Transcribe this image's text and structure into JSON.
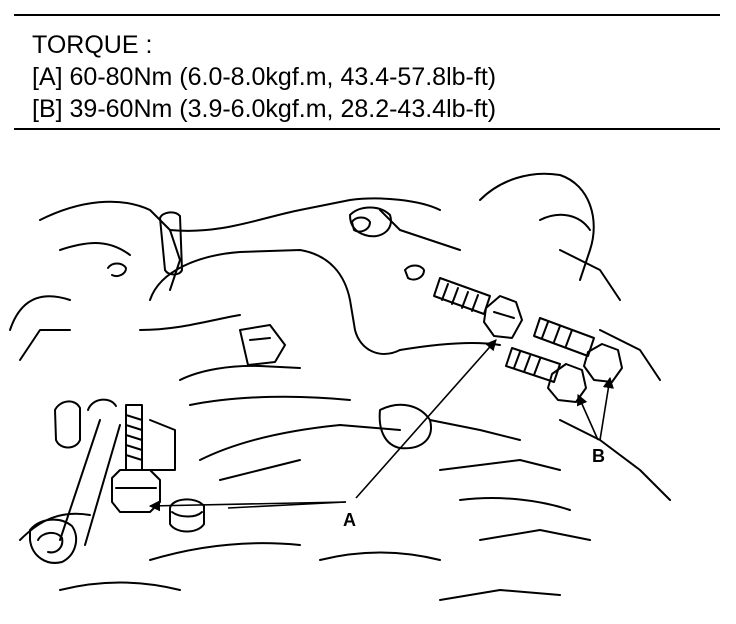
{
  "torque": {
    "heading": "TORQUE :",
    "spec_a": "[A] 60-80Nm (6.0-8.0kgf.m, 43.4-57.8lb-ft)",
    "spec_b": "[B] 39-60Nm (3.9-6.0kgf.m, 28.2-43.4lb-ft)"
  },
  "callouts": {
    "a": "A",
    "b": "B"
  }
}
